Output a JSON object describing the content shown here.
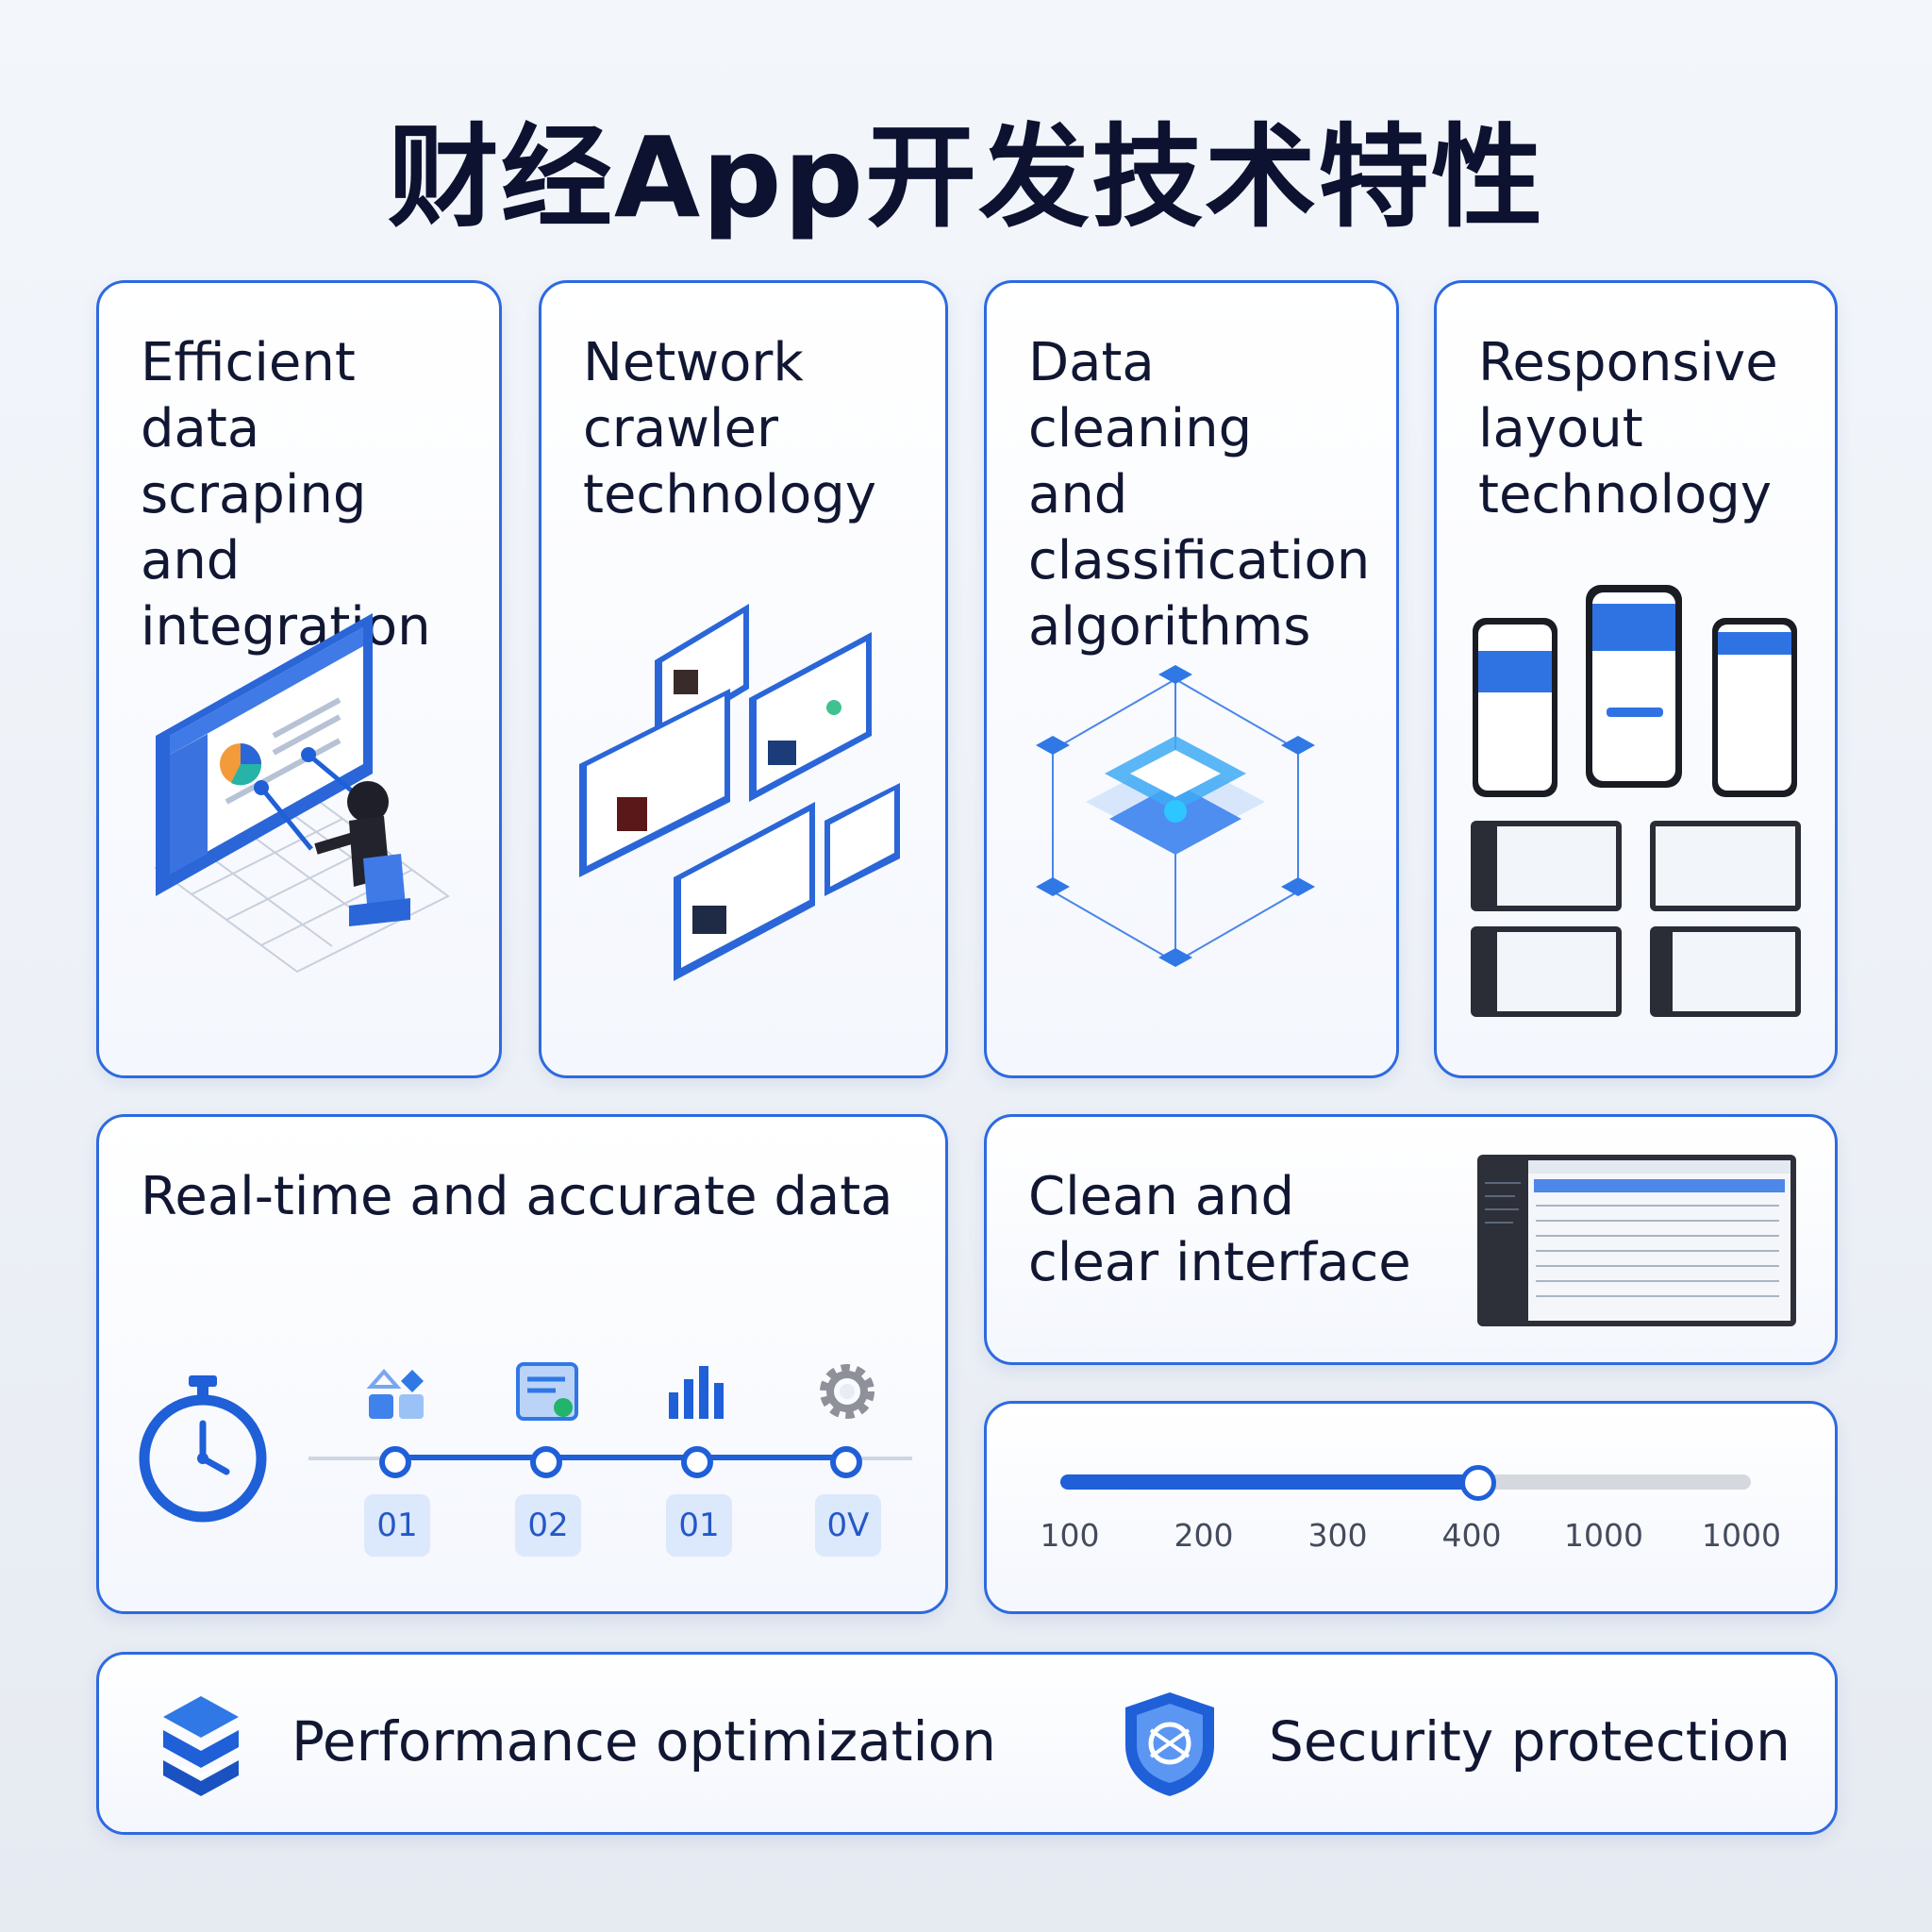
{
  "title": "财经App开发技术特性",
  "cards": {
    "scraping": {
      "title": "Efficient data scraping and integration"
    },
    "crawler": {
      "title": "Network crawler technology"
    },
    "cleaning": {
      "title": "Data cleaning and classification algorithms"
    },
    "responsive": {
      "title": "Responsive layout technology"
    },
    "realtime": {
      "title": "Real-time and accurate data",
      "steps": [
        {
          "label": "01",
          "icon": "shapes-icon"
        },
        {
          "label": "02",
          "icon": "document-check-icon"
        },
        {
          "label": "01",
          "icon": "bar-chart-icon"
        },
        {
          "label": "0V",
          "icon": "gear-icon"
        }
      ]
    },
    "interface": {
      "title": "Clean and clear interface"
    },
    "slider": {
      "ticks": [
        "100",
        "200",
        "300",
        "400",
        "1000",
        "1000"
      ],
      "value": "400"
    }
  },
  "features": {
    "performance": {
      "label": "Performance optimization",
      "icon": "layers-icon"
    },
    "security": {
      "label": "Security protection",
      "icon": "shield-icon"
    }
  },
  "colors": {
    "accent": "#1f5fd8",
    "border": "#2d6ae0",
    "title": "#0c1230"
  }
}
